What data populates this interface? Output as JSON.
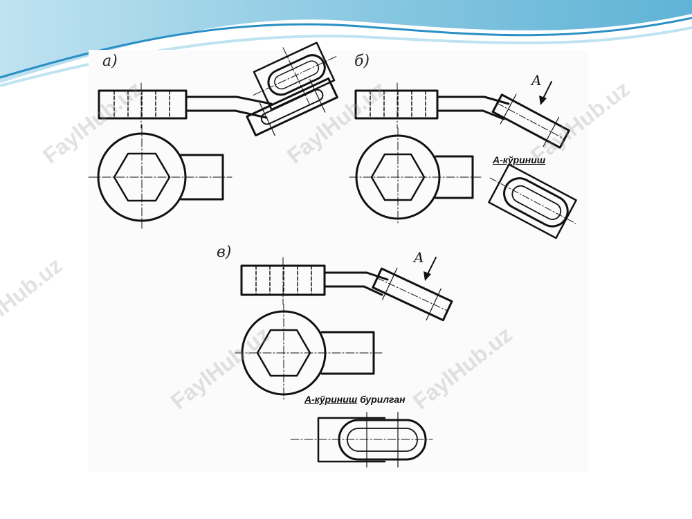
{
  "figure_labels": {
    "a": "а)",
    "b": "б)",
    "v": "в)"
  },
  "view_marker": "A",
  "captions": {
    "view_b": {
      "underlined": "А-кўриниш",
      "rest": ""
    },
    "view_v": {
      "underlined": "А-кўриниш",
      "rest": " бурилган"
    }
  },
  "watermark": "FaylHub.uz",
  "colors": {
    "header_wave_dark": "#2a8fc4",
    "header_wave_light": "#bfe3f1",
    "line": "#111111"
  }
}
